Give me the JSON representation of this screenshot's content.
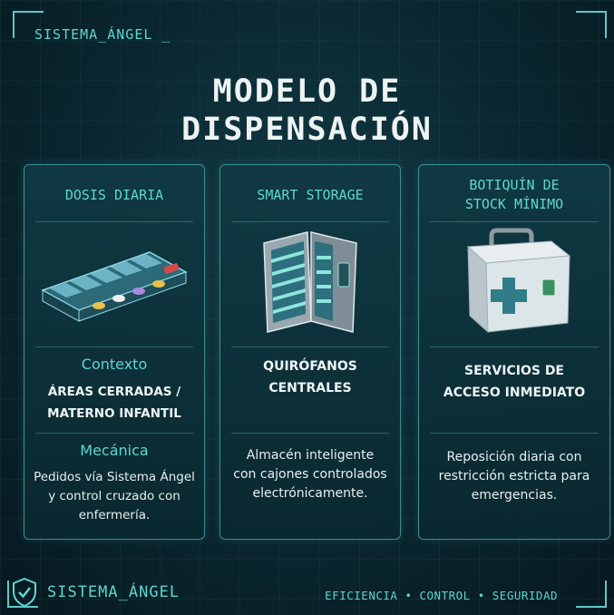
{
  "header": {
    "brand": "SISTEMA_ÁNGEL _"
  },
  "title": {
    "line1": "MODELO DE",
    "line2": "DISPENSACIÓN"
  },
  "cards": [
    {
      "heading_lines": [
        "DOSIS DIARIA"
      ],
      "illustration": "pill-organizer-icon",
      "context_label": "Contexto",
      "context_lines": [
        "ÁREAS CERRADAS /",
        "MATERNO INFANTIL"
      ],
      "mechanics_label": "Mecánica",
      "description_lines": [
        "Pedidos vía Sistema Ángel",
        "y control cruzado con",
        "enfermería."
      ]
    },
    {
      "heading_lines": [
        "SMART STORAGE"
      ],
      "illustration": "smart-cabinet-icon",
      "context_lines": [
        "QUIRÓFANOS",
        "CENTRALES"
      ],
      "description_lines": [
        "Almacén inteligente",
        "con cajones controlados",
        "electrónicamente."
      ]
    },
    {
      "heading_lines": [
        "BOTIQUÍN DE",
        "STOCK MÍNIMO"
      ],
      "illustration": "first-aid-kit-icon",
      "context_lines": [
        "SERVICIOS DE",
        "ACCESO INMEDIATO"
      ],
      "description_lines": [
        "Reposición diaria con",
        "restricción estricta para",
        "emergencias."
      ]
    }
  ],
  "footer": {
    "brand": "SISTEMA_ÁNGEL",
    "icon": "shield-check-icon",
    "tagline": "EFICIENCIA • CONTROL • SEGURIDAD"
  },
  "colors": {
    "accent": "#5fd6cf",
    "background": "#0b2a33",
    "border": "#3d8f93"
  }
}
